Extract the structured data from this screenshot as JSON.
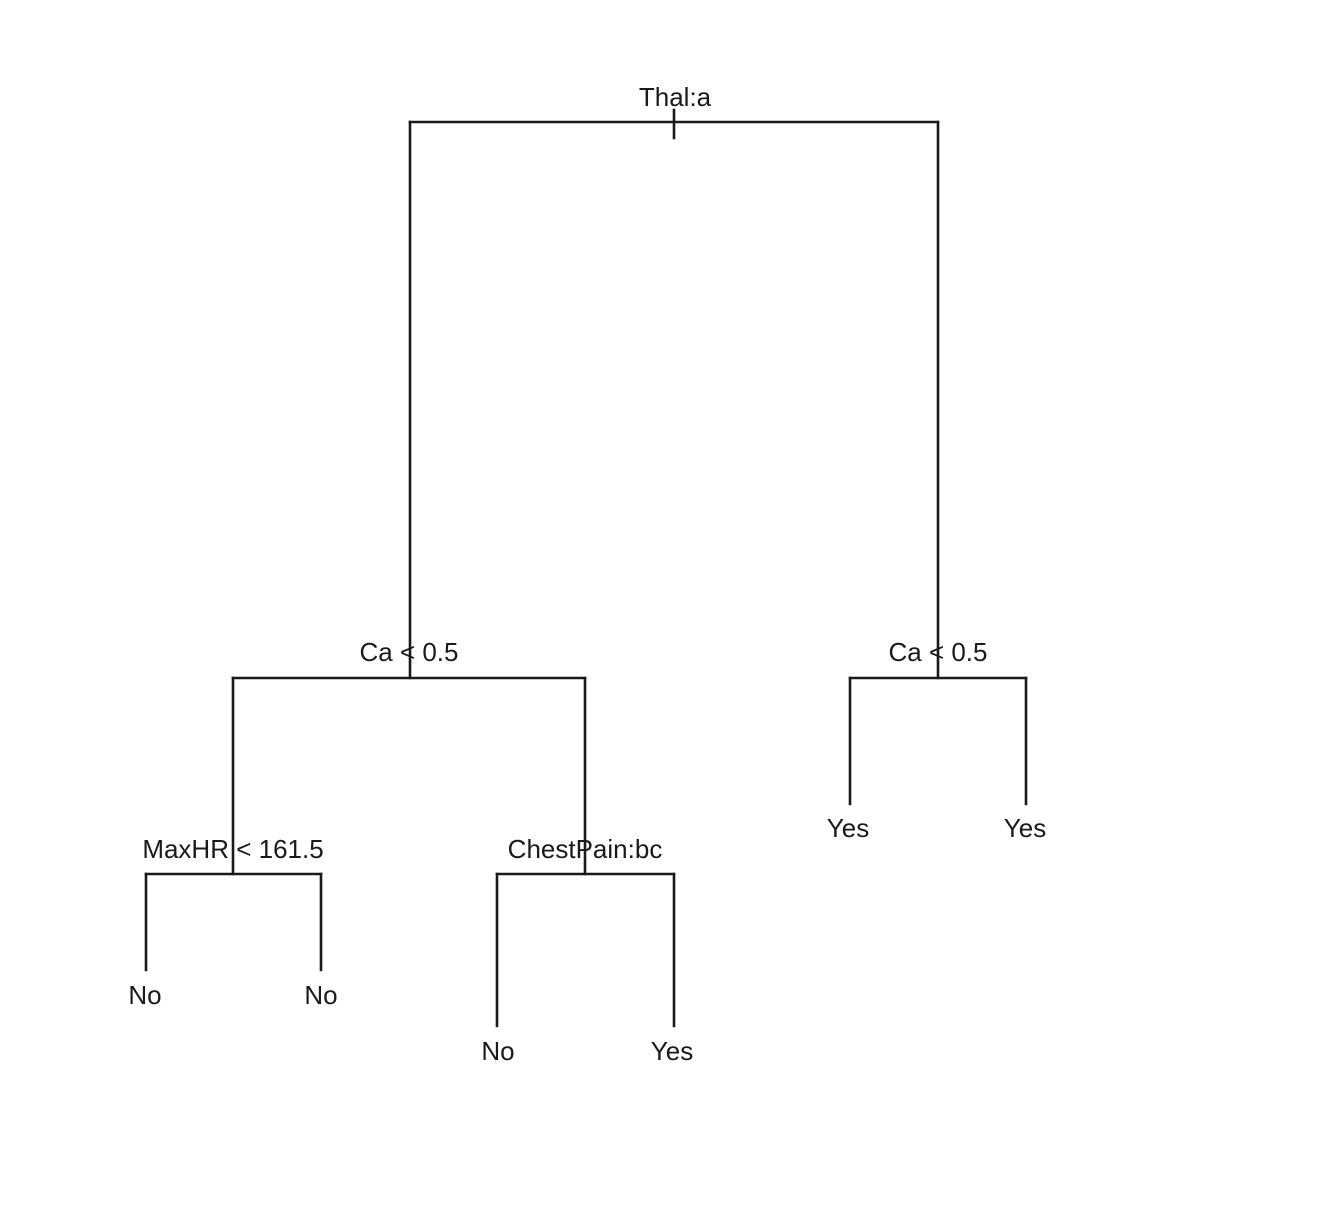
{
  "tree": {
    "nodes": {
      "root": {
        "label": "Thal:a"
      },
      "left": {
        "label": "Ca < 0.5"
      },
      "right": {
        "label": "Ca < 0.5"
      },
      "left_left": {
        "label": "MaxHR < 161.5"
      },
      "left_right": {
        "label": "ChestPain:bc"
      }
    },
    "leaves": {
      "leaf_1": {
        "label": "No"
      },
      "leaf_2": {
        "label": "No"
      },
      "leaf_3": {
        "label": "No"
      },
      "leaf_4": {
        "label": "Yes"
      },
      "leaf_5": {
        "label": "Yes"
      },
      "leaf_6": {
        "label": "Yes"
      }
    }
  }
}
